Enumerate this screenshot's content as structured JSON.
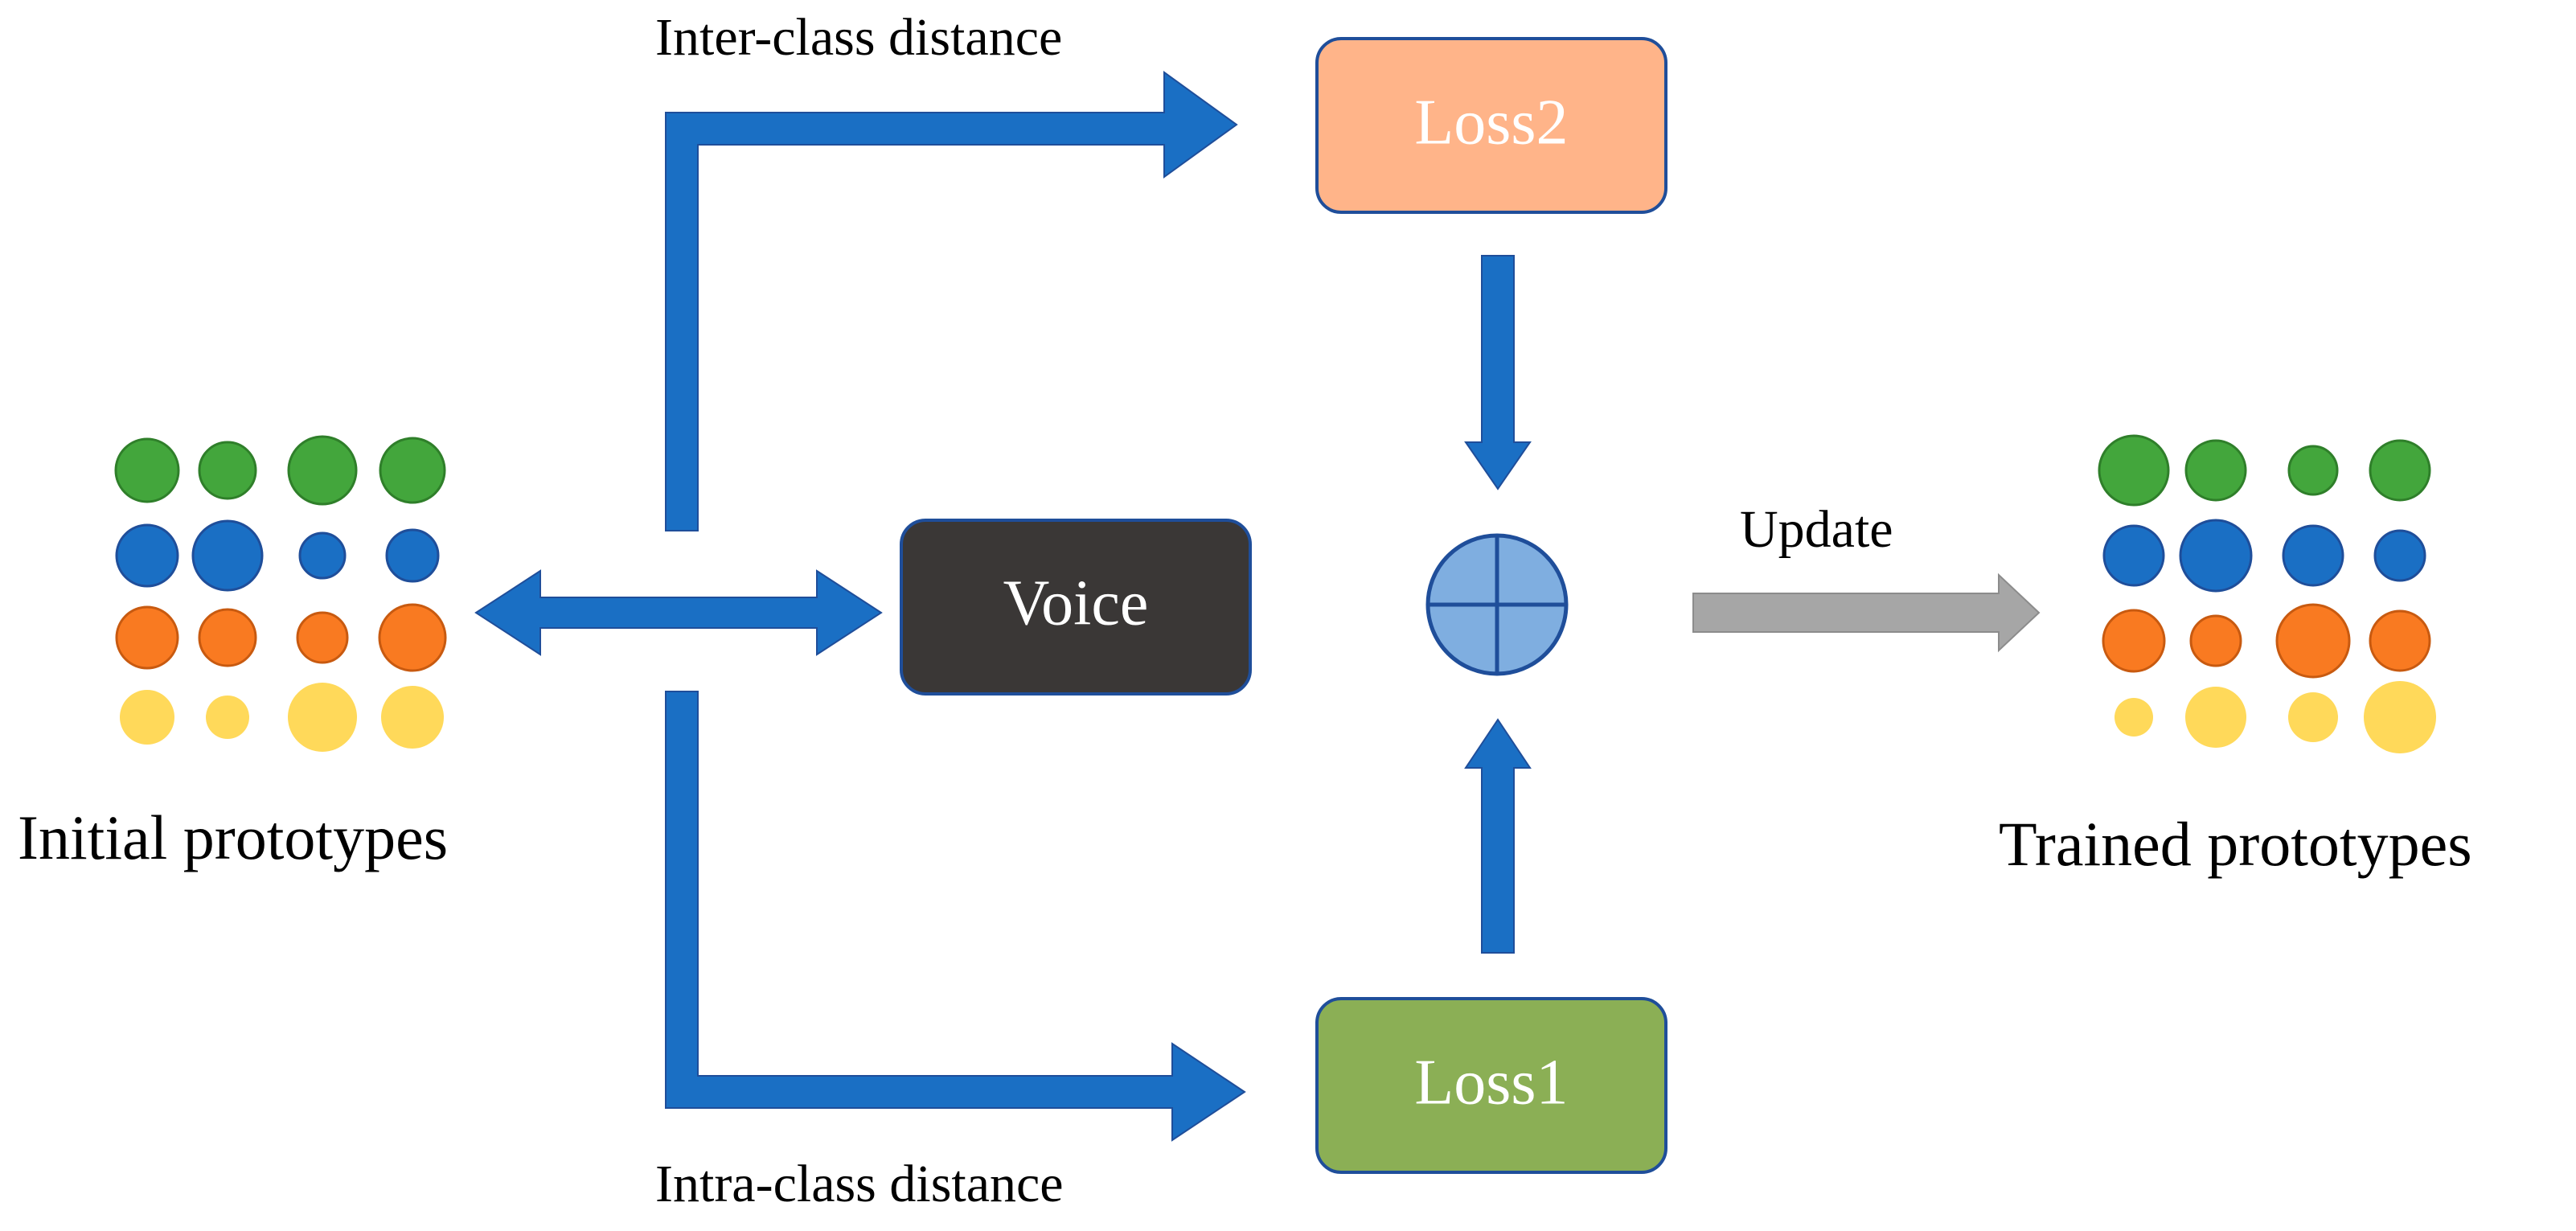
{
  "labels": {
    "inter_class": "Inter-class distance",
    "intra_class": "Intra-class distance",
    "update": "Update",
    "initial": "Initial prototypes",
    "trained": "Trained prototypes"
  },
  "boxes": {
    "loss2": "Loss2",
    "loss1": "Loss1",
    "voice": "Voice"
  },
  "colors": {
    "arrow_blue": "#1A6FC4",
    "arrow_gray": "#A6A6A6",
    "loss2_fill": "#FFB489",
    "loss1_fill": "#8BAF55",
    "voice_fill": "#3A3736",
    "box_border": "#1F4E9A",
    "sum_fill": "#7FAEE0",
    "sum_stroke": "#1F4E9A",
    "green": "#43A63C",
    "blue": "#1A6FC4",
    "orange": "#F97A21",
    "yellow": "#FFD95A"
  },
  "icons": {
    "sum_node": "circled-plus-icon"
  }
}
